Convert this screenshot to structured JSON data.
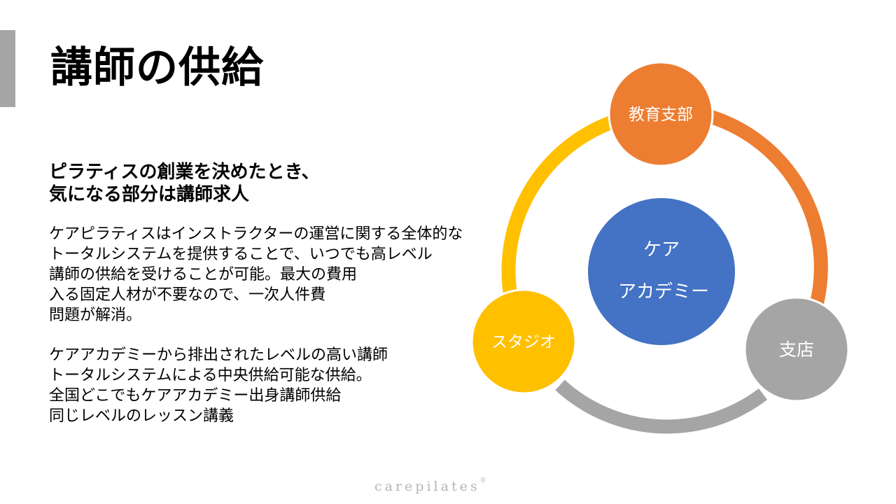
{
  "slide": {
    "title": "講師の供給"
  },
  "subheading": {
    "line1": "ピラティスの創業を決めたとき、",
    "line2": "気になる部分は講師求人"
  },
  "paragraph1": [
    "ケアピラティスはインストラクターの運営に関する全体的な",
    "トータルシステムを提供することで、いつでも高レベル",
    "講師の供給を受けることが可能。最大の費用",
    "入る固定人材が不要なので、一次人件費",
    "問題が解消。"
  ],
  "paragraph2": [
    "ケアアカデミーから排出されたレベルの高い講師",
    "トータルシステムによる中央供給可能な供給。",
    "全国どこでもケアアカデミー出身講師供給",
    "同じレベルのレッスン講義"
  ],
  "diagram": {
    "center": {
      "line1": "ケア",
      "line2": "アカデミー",
      "color": "#4472c4"
    },
    "nodes": {
      "top": {
        "label": "教育支部",
        "color": "#ed7d31"
      },
      "right": {
        "label": "支店",
        "color": "#a5a5a5"
      },
      "left": {
        "label": "スタジオ",
        "color": "#ffc000"
      }
    },
    "arcs": {
      "right_arc_color": "#ed7d31",
      "bottom_arc_color": "#a5a5a5",
      "left_arc_color": "#ffc000"
    }
  },
  "brand": {
    "name": "carepilates",
    "mark": "®"
  }
}
